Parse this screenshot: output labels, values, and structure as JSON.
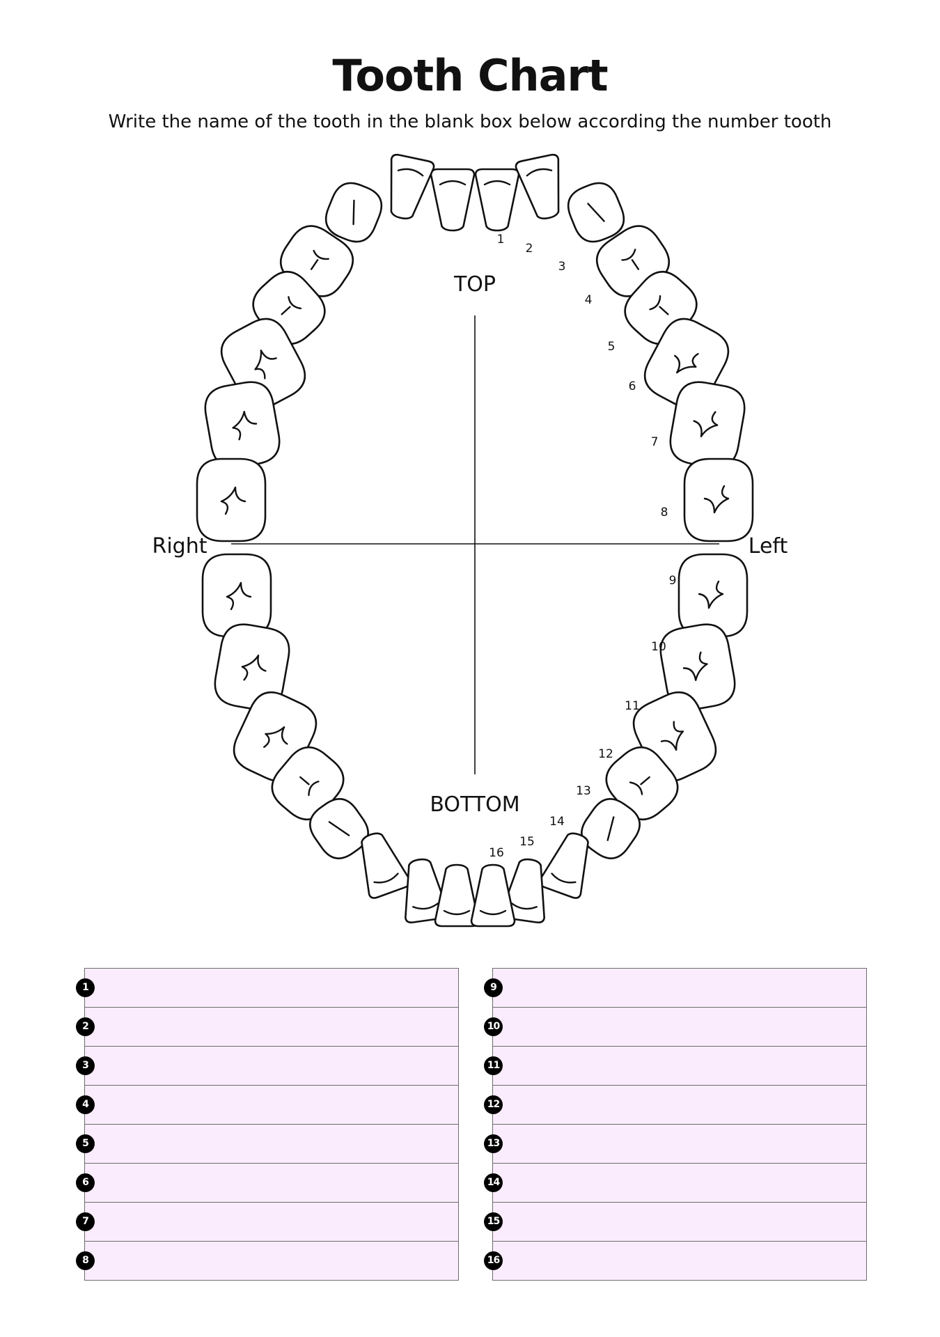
{
  "title": "Tooth Chart",
  "subtitle": "Write the name of the tooth in the blank box below according the number tooth",
  "labels": {
    "top": "TOP",
    "bottom": "BOTTOM",
    "right": "Right",
    "left": "Left"
  },
  "tooth_numbers": [
    "1",
    "2",
    "3",
    "4",
    "5",
    "6",
    "7",
    "8",
    "9",
    "10",
    "11",
    "12",
    "13",
    "14",
    "15",
    "16"
  ],
  "answers": {
    "left_column": [
      "1",
      "2",
      "3",
      "4",
      "5",
      "6",
      "7",
      "8"
    ],
    "right_column": [
      "9",
      "10",
      "11",
      "12",
      "13",
      "14",
      "15",
      "16"
    ]
  },
  "colors": {
    "answer_fill": "#fbecfd",
    "answer_border": "#6b6b6b",
    "ink": "#111111"
  }
}
